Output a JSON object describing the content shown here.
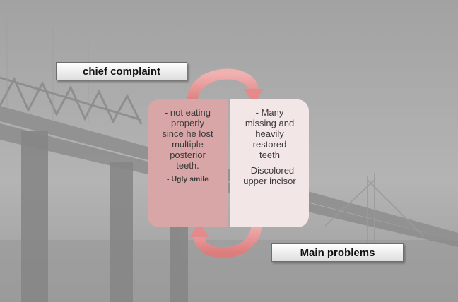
{
  "labels": {
    "chief_complaint": "chief complaint",
    "main_problems": "Main problems"
  },
  "left_panel": {
    "lines": [
      "- not eating",
      "properly",
      "since he lost",
      "multiple",
      "posterior",
      "teeth."
    ],
    "extra": "- Ugly smile"
  },
  "right_panel": {
    "lines_1": [
      "- Many",
      "missing  and",
      "heavily",
      "restored",
      "teeth"
    ],
    "lines_2": [
      "- Discolored",
      "upper incisor"
    ]
  },
  "colors": {
    "left_panel": "#d8a6a6",
    "right_panel": "#f2e6e6",
    "arrow": "#e58a8a"
  }
}
